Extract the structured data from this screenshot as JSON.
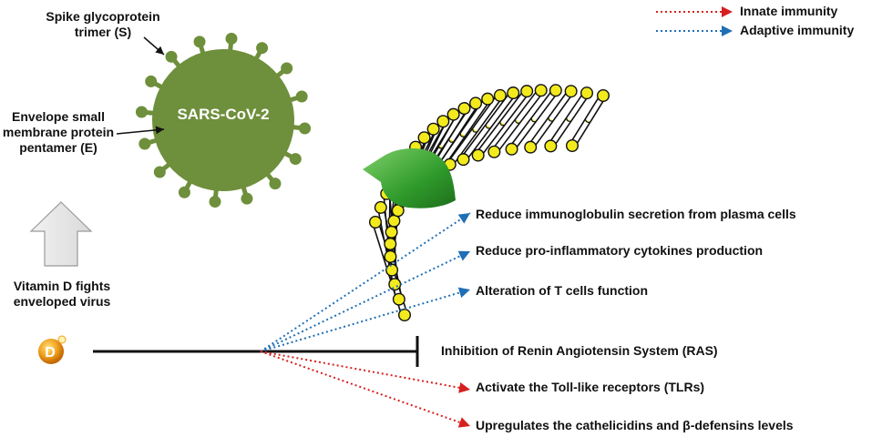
{
  "legend": [
    {
      "label": "Innate immunity",
      "color": "#d62020",
      "style": "dotted"
    },
    {
      "label": "Adaptive immunity",
      "color": "#1f6fb5",
      "style": "dotted"
    }
  ],
  "virus": {
    "name": "SARS-CoV-2",
    "body_color": "#6e8f3b",
    "spike_label": "Spike glycoprotein trimer (S)",
    "envelope_label": "Envelope small membrane protein pentamer (E)"
  },
  "vitamin": {
    "symbol": "D",
    "caption": "Vitamin D fights enveloped virus",
    "color": "#f0a020"
  },
  "membrane": {
    "head_color": "#f2ea1d",
    "receptor_color": "#3aa033"
  },
  "effects": {
    "adaptive": [
      "Reduce immunoglobulin  secretion from plasma cells",
      "Reduce pro-inflammatory cytokines production",
      "Alteration of T cells function"
    ],
    "inhibition": "Inhibition of Renin Angiotensin System (RAS)",
    "innate": [
      "Activate the Toll-like receptors (TLRs)",
      "Upregulates the cathelicidins and β-defensins levels"
    ]
  }
}
